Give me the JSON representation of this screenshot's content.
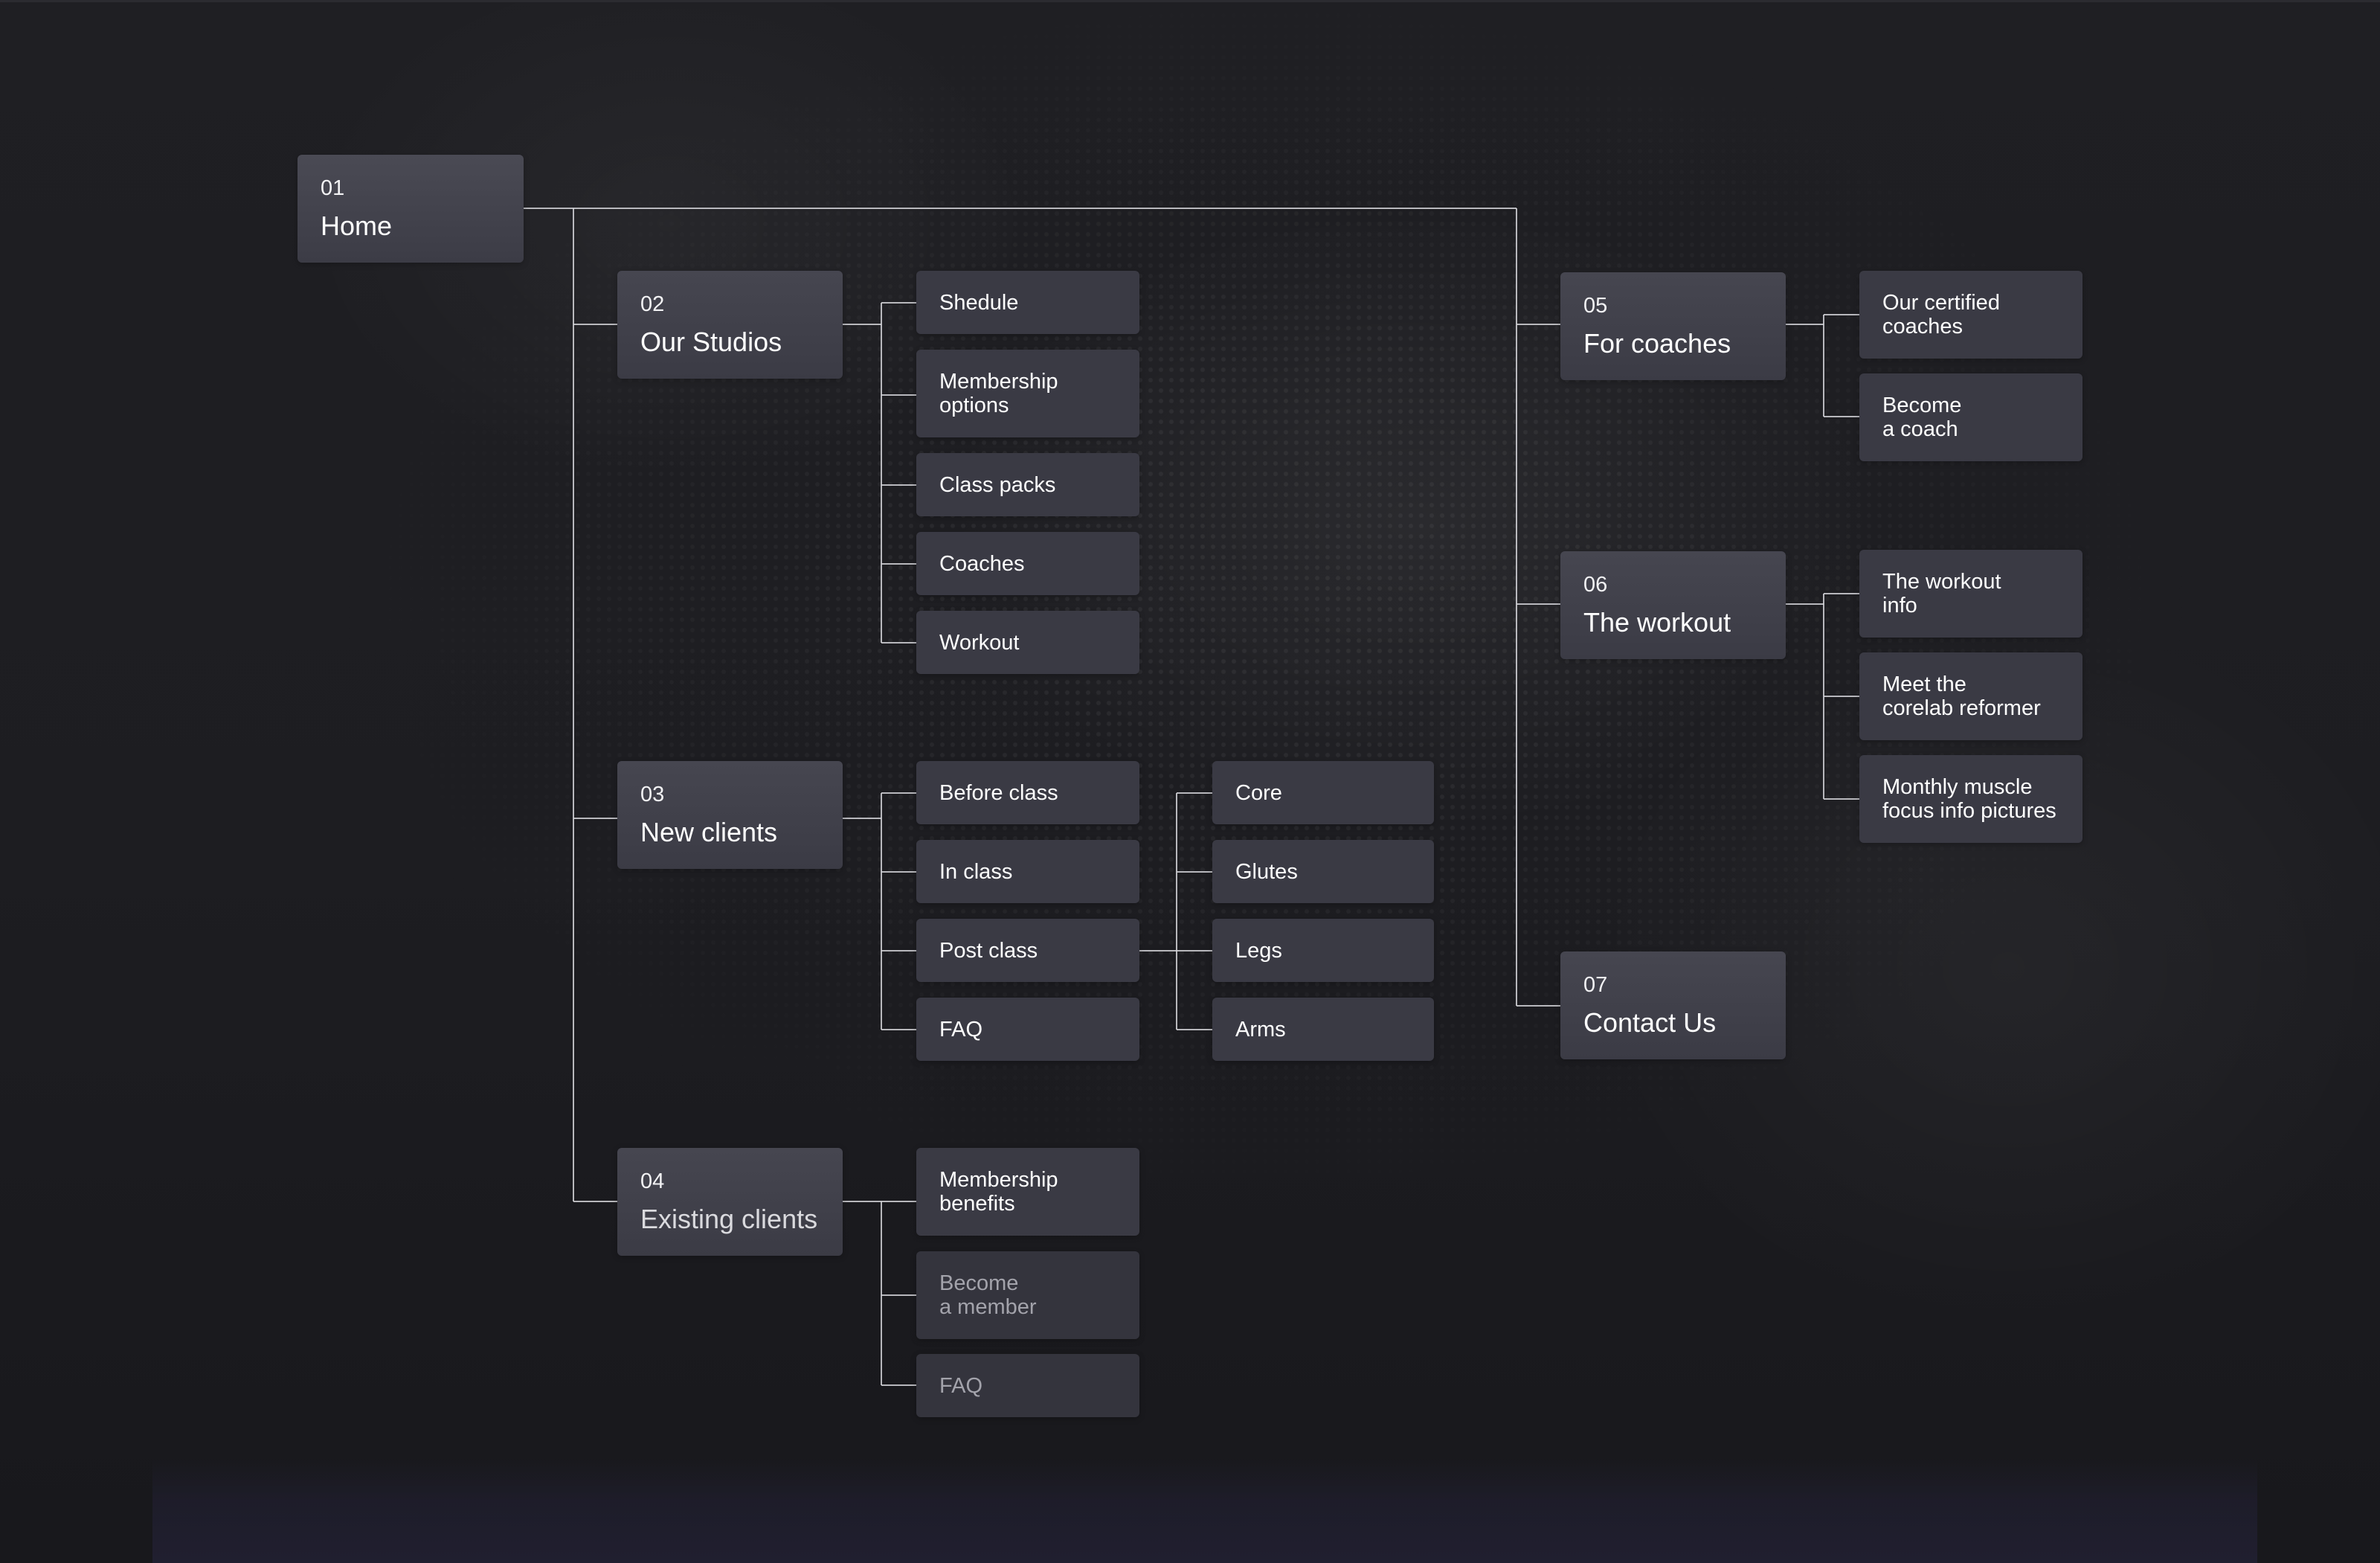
{
  "sitemap": {
    "home": {
      "number": "01",
      "title": "Home"
    },
    "sections": [
      {
        "number": "02",
        "title": "Our Studios",
        "items": [
          "Shedule",
          "Membership\noptions",
          "Class packs",
          "Coaches",
          "Workout"
        ]
      },
      {
        "number": "03",
        "title": "New clients",
        "items": [
          "Before class",
          "In class",
          "Post class",
          "FAQ"
        ],
        "post_class_items": [
          "Core",
          "Glutes",
          "Legs",
          "Arms"
        ]
      },
      {
        "number": "04",
        "title": "Existing clients",
        "items": [
          "Membership\nbenefits",
          "Become\na member",
          "FAQ"
        ]
      },
      {
        "number": "05",
        "title": "For coaches",
        "items": [
          "Our certified\ncoaches",
          "Become\na coach"
        ]
      },
      {
        "number": "06",
        "title": "The workout",
        "items": [
          "The workout\ninfo",
          "Meet the\ncorelab reformer",
          "Monthly muscle\nfocus info pictures"
        ]
      },
      {
        "number": "07",
        "title": "Contact Us",
        "items": []
      }
    ]
  },
  "colors": {
    "background": "#1c1c20",
    "node": "#3a3a44",
    "node_dim": "#34343d",
    "connector": "#d4d4d8",
    "text": "#ffffff",
    "text_dim": "#a3a3ab"
  }
}
